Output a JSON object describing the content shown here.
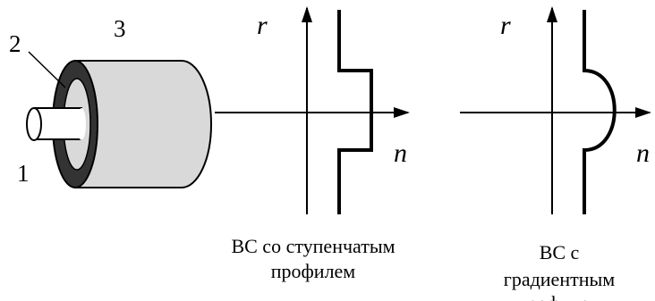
{
  "fiber_diagram": {
    "label_core": "1",
    "label_cladding": "2",
    "label_coating": "3"
  },
  "step_profile_plot": {
    "axis_vertical_label": "r",
    "axis_horizontal_label": "n",
    "caption_line1": "ВС со ступенчатым",
    "caption_line2": "профилем"
  },
  "gradient_profile_plot": {
    "axis_vertical_label": "r",
    "axis_horizontal_label": "n",
    "caption_line1": "ВС с",
    "caption_line2": "градиентным",
    "caption_line3": "профилем"
  },
  "colors": {
    "stroke": "#000000",
    "coating_fill": "#d9d9d9",
    "cladding_fill": "#333333",
    "core_fill": "#ffffff"
  }
}
